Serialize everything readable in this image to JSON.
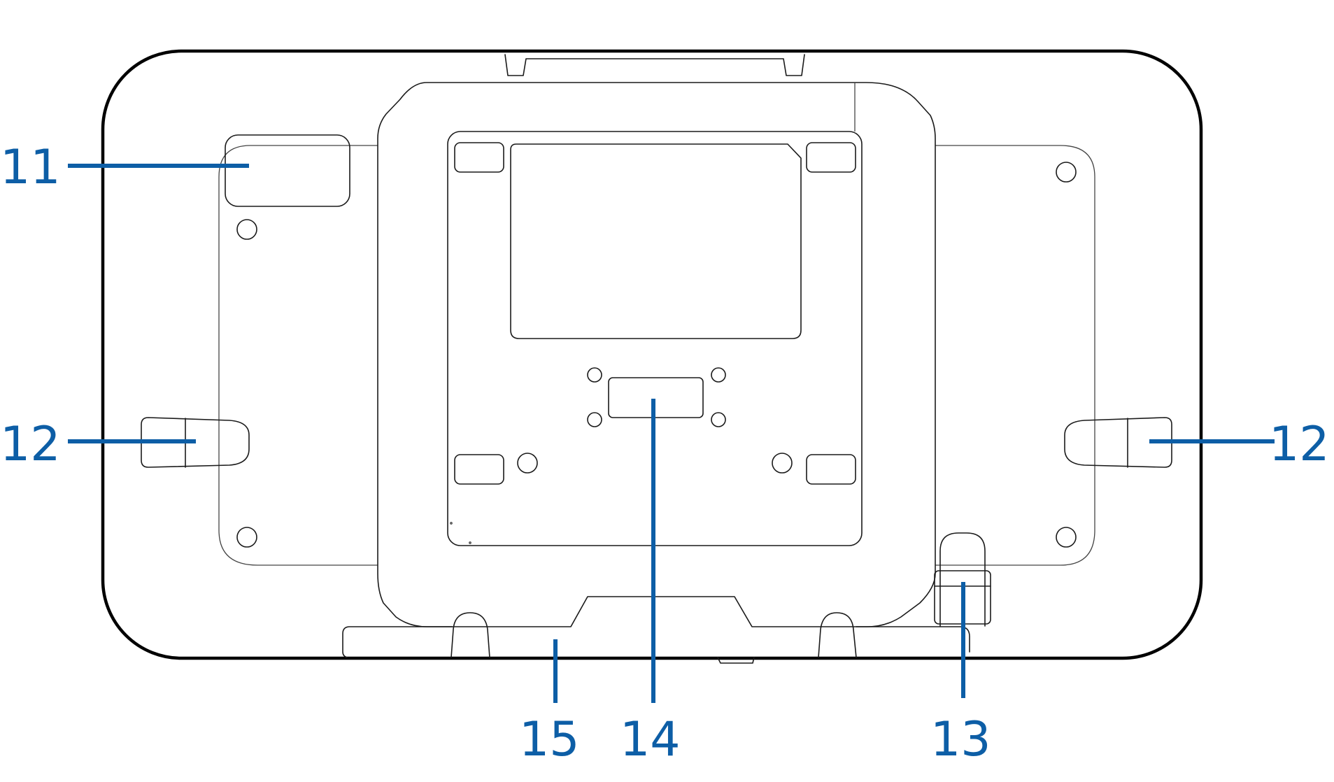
{
  "diagram": {
    "subject": "device-rear-view",
    "accent_color": "#0d5ea6",
    "line_color": "#1a1a1a",
    "callouts": [
      {
        "id": "callout-11",
        "text": "11"
      },
      {
        "id": "callout-12-left",
        "text": "12"
      },
      {
        "id": "callout-12-right",
        "text": "12"
      },
      {
        "id": "callout-13",
        "text": "13"
      },
      {
        "id": "callout-14",
        "text": "14"
      },
      {
        "id": "callout-15",
        "text": "15"
      }
    ]
  }
}
